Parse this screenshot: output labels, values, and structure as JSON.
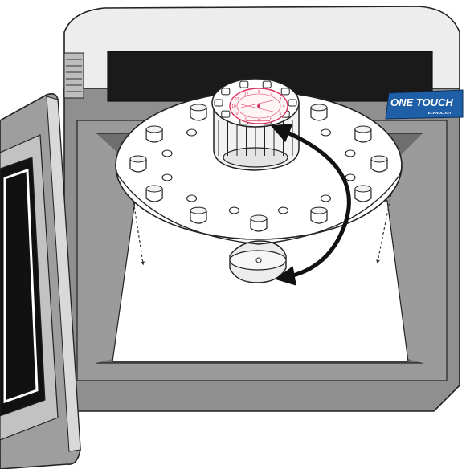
{
  "brand": {
    "name": "ONE TOUCH",
    "tagline": "TECHNOLOGY",
    "badge_color": "#1f5fa8"
  },
  "dial": {
    "accent_color": "#d6335c",
    "numbers": [
      "1",
      "2",
      "3",
      "4",
      "5",
      "6",
      "7",
      "8",
      "9",
      "10",
      "11",
      "12"
    ]
  },
  "colors": {
    "cabinet": "#8c8c8c",
    "cabinet_top": "#e6e6e6",
    "cavity_wall": "#b3b3b3",
    "arrow": "#111111"
  }
}
